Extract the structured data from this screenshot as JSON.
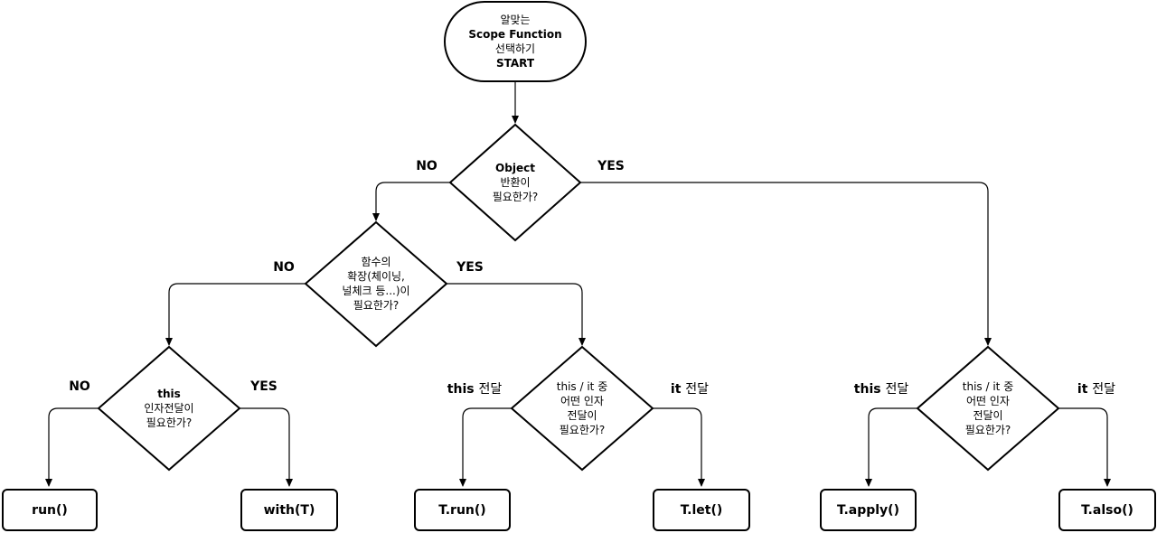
{
  "start": {
    "line1": "알맞는",
    "line2": "Scope Function",
    "line3": "선택하기",
    "line4": "START"
  },
  "decision_object": {
    "line1": "Object",
    "line2": "반환이",
    "line3": "필요한가?"
  },
  "decision_extension": {
    "line1": "함수의",
    "line2": "확장(체이닝,",
    "line3": "널체크 등...)이",
    "line4": "필요한가?"
  },
  "decision_this_arg": {
    "line1": "this",
    "line2": "인자전달이",
    "line3": "필요한가?"
  },
  "decision_this_it_mid": {
    "line1": "this / it 중",
    "line2": "어떤 인자",
    "line3": "전달이",
    "line4": "필요한가?"
  },
  "decision_this_it_right": {
    "line1": "this / it 중",
    "line2": "어떤 인자",
    "line3": "전달이",
    "line4": "필요한가?"
  },
  "labels": {
    "object_no": "NO",
    "object_yes": "YES",
    "ext_no": "NO",
    "ext_yes": "YES",
    "thisarg_no": "NO",
    "thisarg_yes": "YES",
    "mid_this_en": "this",
    "mid_this_ko": "전달",
    "mid_it_en": "it",
    "mid_it_ko": "전달",
    "right_this_en": "this",
    "right_this_ko": "전달",
    "right_it_en": "it",
    "right_it_ko": "전달"
  },
  "results": {
    "run": "run()",
    "with": "with(T)",
    "t_run": "T.run()",
    "t_let": "T.let()",
    "t_apply": "T.apply()",
    "t_also": "T.also()"
  }
}
